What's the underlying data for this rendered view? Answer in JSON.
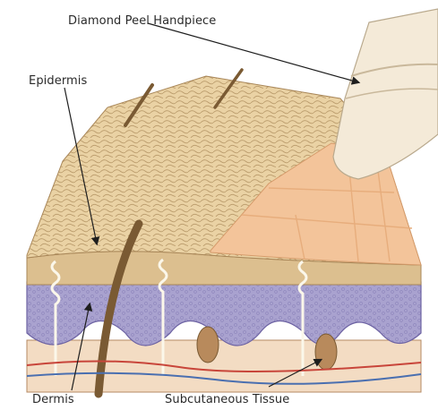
{
  "labels": {
    "handpiece": "Diamond Peel Handpiece",
    "epidermis": "Epidermis",
    "dermis": "Dermis",
    "subcutaneous": "Subcutaneous Tissue"
  },
  "colors": {
    "background": "#ffffff",
    "epidermis_surface": "#ead2a4",
    "exfoliated_area": "#f3c49a",
    "epidermis_band": "#dcbf8f",
    "dermis_layer": "#a9a2cf",
    "subcutaneous_layer": "#f3dcc3",
    "hair": "#7a5a33",
    "artery": "#c8453a",
    "vein": "#4a6fb0",
    "handpiece": "#f4ead8",
    "arrows": "#1e1e1e"
  }
}
